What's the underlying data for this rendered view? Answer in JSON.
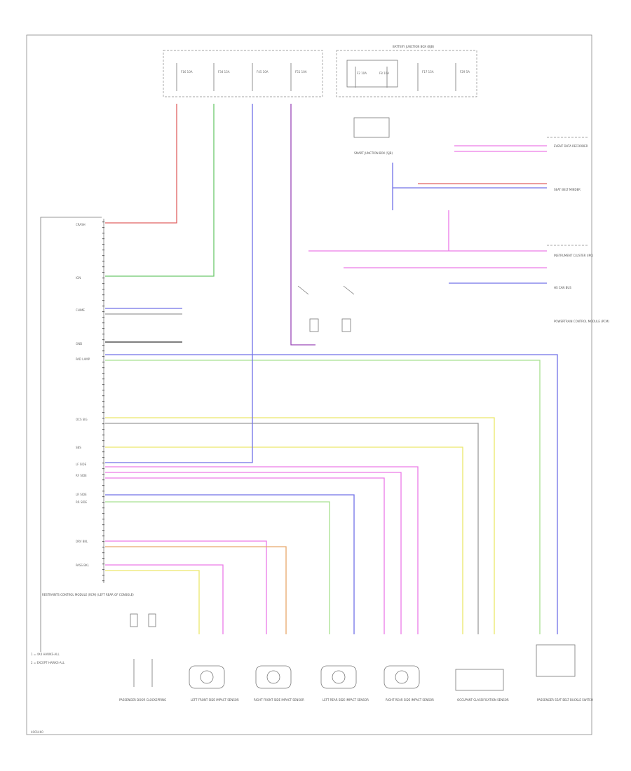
{
  "diagram": {
    "footer_code": "4001460",
    "legend_note_1": "1 = 4X4 HAWKS-ALL",
    "legend_note_2": "2 = EXCEPT HAWKS-ALL",
    "colors": {
      "red": "#e06060",
      "green": "#6cc86c",
      "blue": "#7070e8",
      "violet": "#9a48b8",
      "yellow": "#ece86a",
      "orange": "#e8a86a",
      "gray": "#9a9a9a",
      "pink": "#ec7ae8",
      "lightgreen": "#a8e090",
      "black": "#333333"
    },
    "components": {
      "left_module": "RESTRAINTS CONTROL MODULE (RCM) (LEFT REAR OF CONSOLE)",
      "splice_module": "SMART JUNCTION BOX (SJB)",
      "fuse_box": "BATTERY JUNCTION BOX (BJB)",
      "bottom": [
        {
          "id": "c1",
          "label": "PASSENGER DOOR CLOCKSPRING"
        },
        {
          "id": "c2",
          "label": "LEFT FRONT SIDE IMPACT SENSOR"
        },
        {
          "id": "c3",
          "label": "RIGHT FRONT SIDE IMPACT SENSOR"
        },
        {
          "id": "c4",
          "label": "LEFT REAR SIDE IMPACT SENSOR"
        },
        {
          "id": "c5",
          "label": "RIGHT REAR SIDE IMPACT SENSOR"
        },
        {
          "id": "c6",
          "label": "OCCUPANT CLASSIFICATION SENSOR"
        },
        {
          "id": "c7",
          "label": "PASSENGER SEAT BELT BUCKLE SWITCH"
        }
      ]
    },
    "fuse_labels": [
      "F16 10A",
      "F34 15A",
      "F45 10A",
      "F51 10A"
    ],
    "relay_labels": [
      "F2 10A",
      "F8 10A",
      "F17 15A",
      "F29 5A"
    ],
    "module_pins": [
      "CRASH",
      "IGN",
      "CHIME",
      "GND",
      "PAD LAMP",
      "OCS SIG",
      "SBS",
      "LF SIDE",
      "RF SIDE",
      "LR SIDE",
      "RR SIDE",
      "DRV BKL",
      "PASS BKL"
    ],
    "right_notes": [
      "EVENT DATA RECORDER",
      "SEAT BELT MINDER",
      "INSTRUMENT CLUSTER (IPC)",
      "HS CAN BUS",
      "POWERTRAIN CONTROL MODULE (PCM)"
    ]
  }
}
